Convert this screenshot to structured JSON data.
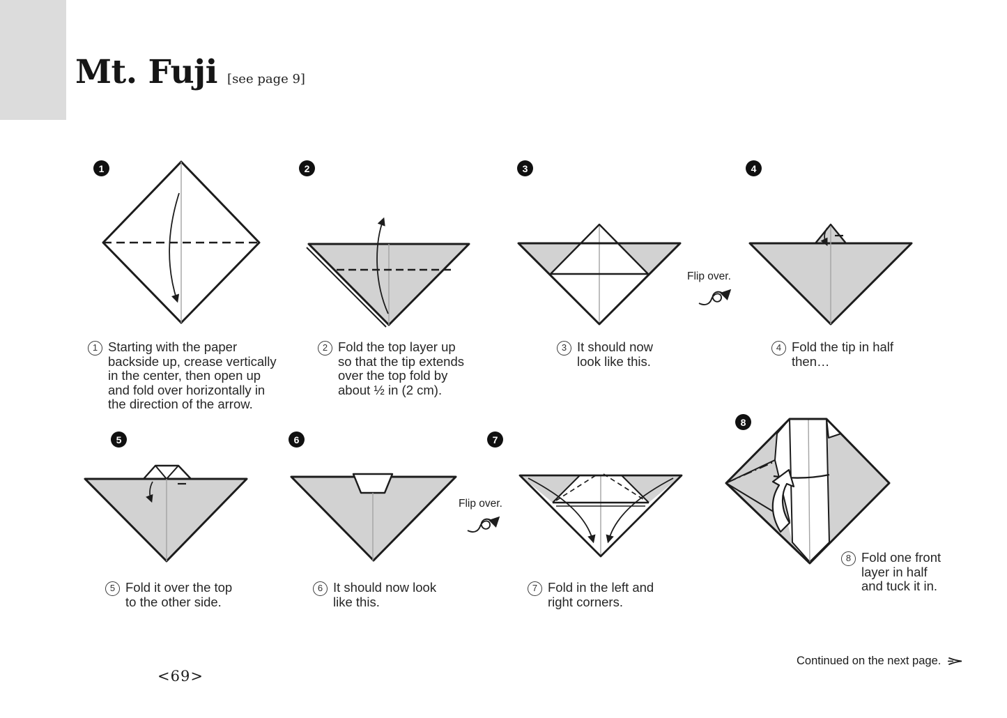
{
  "header": {
    "title": "Mt. Fuji",
    "note": "[see page 9]"
  },
  "labels": {
    "flip_over": "Flip over.",
    "continued": "Continued on the next page.",
    "page_number": "<69>"
  },
  "colors": {
    "paper_gray": "#d2d2d2",
    "ink": "#1c1c1c",
    "crease_gray": "#a3a3a3",
    "corner_block": "#dcdcdc"
  },
  "steps": [
    {
      "num": "1",
      "text": "Starting with the paper backside up, crease vertically in the center, then open up and fold over horizontally in the direction of the arrow.",
      "lines": [
        "Starting with the paper",
        "backside up, crease vertically",
        "in the center, then open up",
        "and fold over horizontally in",
        "the direction of the arrow."
      ]
    },
    {
      "num": "2",
      "text": "Fold the top layer up so that the tip extends over the top fold by about ½ in (2 cm).",
      "lines": [
        "Fold the top layer up",
        "so that the tip extends",
        "over the top fold by",
        "about ½ in (2 cm)."
      ]
    },
    {
      "num": "3",
      "text": "It should now look like this.",
      "lines": [
        "It should now",
        "look like this."
      ]
    },
    {
      "num": "4",
      "text": "Fold the tip in half then…",
      "lines": [
        "Fold the tip in half",
        "then…"
      ]
    },
    {
      "num": "5",
      "text": "Fold it over the top to the other side.",
      "lines": [
        "Fold it over the top",
        "to the other side."
      ]
    },
    {
      "num": "6",
      "text": "It should now look like this.",
      "lines": [
        "It should now look",
        "like this."
      ]
    },
    {
      "num": "7",
      "text": "Fold in the left and right corners.",
      "lines": [
        "Fold in the left and",
        "right corners."
      ]
    },
    {
      "num": "8",
      "text": "Fold one front layer in half and tuck it in.",
      "lines": [
        "Fold one front",
        "layer in half",
        "and tuck it in."
      ]
    }
  ]
}
